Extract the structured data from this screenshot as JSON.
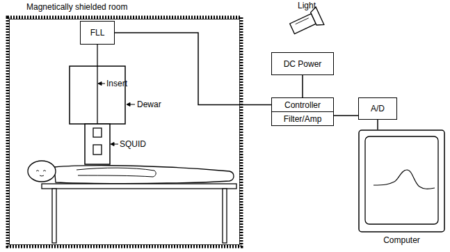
{
  "diagram": {
    "nodes": [
      {
        "text": [
          "Magnetically shielded room"
        ]
      },
      {
        "text": [
          "FLL"
        ],
        "in": 0
      },
      {
        "text": [
          "DC Power"
        ]
      },
      {
        "text": [
          "Controller"
        ]
      },
      {
        "text": [
          "Filter/Amp"
        ]
      },
      {
        "text": [
          "A/D"
        ]
      },
      {
        "text": [
          "Computer"
        ]
      }
    ],
    "edges": [
      {
        "from": 1,
        "to": 3,
        "arrow": "none"
      },
      {
        "from": 2,
        "to": 3,
        "arrow": "none"
      },
      {
        "from": 4,
        "to": 5,
        "arrow": "none"
      },
      {
        "from": 5,
        "to": 6,
        "arrow": "none"
      }
    ],
    "labels": [
      "Light",
      "Insert",
      "Dewar",
      "SQUID"
    ]
  }
}
